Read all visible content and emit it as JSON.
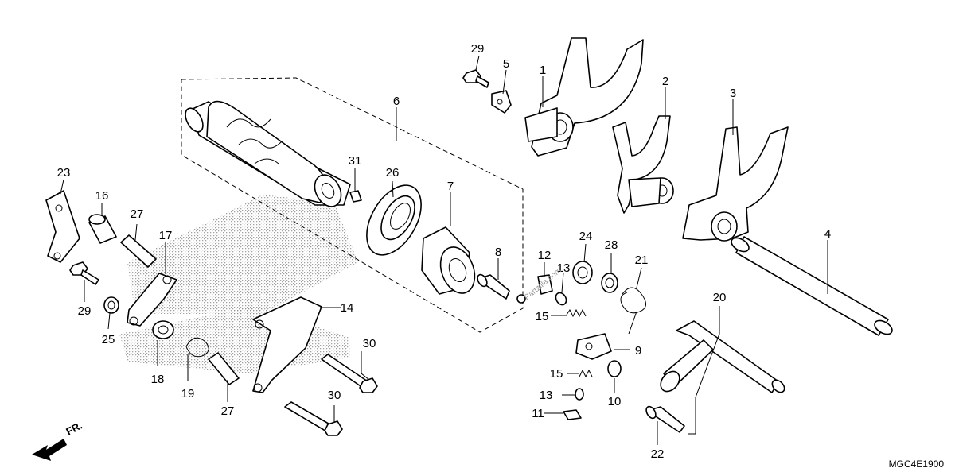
{
  "diagram": {
    "labels": [
      "1",
      "2",
      "3",
      "4",
      "5",
      "6",
      "7",
      "8",
      "9",
      "10",
      "11",
      "12",
      "13",
      "13",
      "15",
      "15",
      "16",
      "17",
      "18",
      "19",
      "20",
      "21",
      "22",
      "23",
      "24",
      "25",
      "26",
      "27",
      "27",
      "28",
      "29",
      "29",
      "30",
      "30",
      "31"
    ],
    "label_map": {
      "l1": "1",
      "l2": "2",
      "l3": "3",
      "l4": "4",
      "l5": "5",
      "l6": "6",
      "l7": "7",
      "l8": "8",
      "l9": "9",
      "l10": "10",
      "l11": "11",
      "l12": "12",
      "l13a": "13",
      "l13b": "13",
      "l15a": "15",
      "l15b": "15",
      "l16": "16",
      "l17": "17",
      "l18": "18",
      "l19": "19",
      "l20": "20",
      "l21": "21",
      "l22": "22",
      "l23": "23",
      "l24": "24",
      "l25": "25",
      "l26": "26",
      "l27a": "27",
      "l27b": "27",
      "l28": "28",
      "l29a": "29",
      "l29b": "29",
      "l30a": "30",
      "l30b": "30",
      "l31": "31"
    },
    "front_indicator": "FR.",
    "diagram_code": "MGC4E1900",
    "watermark": "Partzilla.com"
  },
  "colors": {
    "line": "#000000",
    "background": "#ffffff",
    "shade": "#9a9a9a"
  }
}
